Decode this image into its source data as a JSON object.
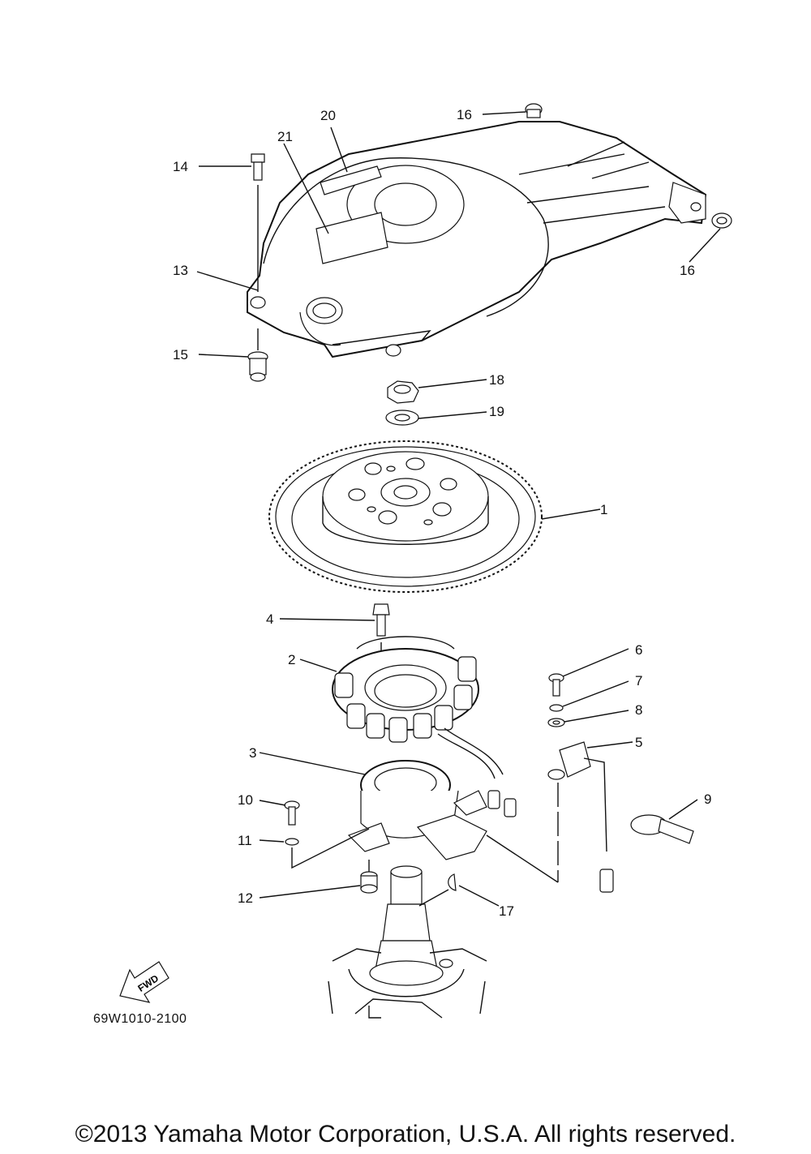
{
  "diagram": {
    "callouts": [
      {
        "id": "c1",
        "label": "1"
      },
      {
        "id": "c2",
        "label": "2"
      },
      {
        "id": "c3",
        "label": "3"
      },
      {
        "id": "c4",
        "label": "4"
      },
      {
        "id": "c5",
        "label": "5"
      },
      {
        "id": "c6",
        "label": "6"
      },
      {
        "id": "c7",
        "label": "7"
      },
      {
        "id": "c8",
        "label": "8"
      },
      {
        "id": "c9",
        "label": "9"
      },
      {
        "id": "c10",
        "label": "10"
      },
      {
        "id": "c11",
        "label": "11"
      },
      {
        "id": "c12",
        "label": "12"
      },
      {
        "id": "c13",
        "label": "13"
      },
      {
        "id": "c14",
        "label": "14"
      },
      {
        "id": "c15",
        "label": "15"
      },
      {
        "id": "c16a",
        "label": "16"
      },
      {
        "id": "c16b",
        "label": "16"
      },
      {
        "id": "c17",
        "label": "17"
      },
      {
        "id": "c18",
        "label": "18"
      },
      {
        "id": "c19",
        "label": "19"
      },
      {
        "id": "c20",
        "label": "20"
      },
      {
        "id": "c21",
        "label": "21"
      }
    ],
    "fwd_label": "FWD",
    "drawing_code": "69W1010-2100"
  },
  "footer": {
    "copyright": "©2013 Yamaha Motor Corporation, U.S.A. All rights reserved."
  }
}
